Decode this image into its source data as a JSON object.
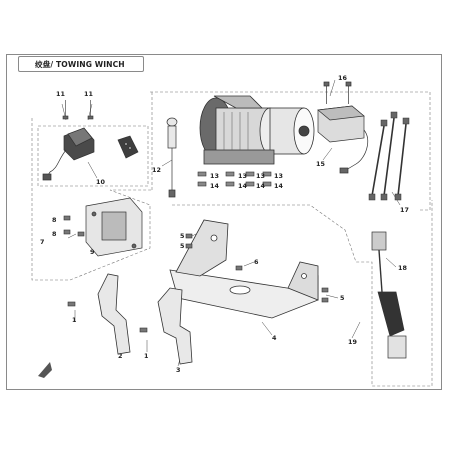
{
  "title": "绞盘/ TOWING WINCH",
  "callouts": [
    "1",
    "2",
    "3",
    "4",
    "5",
    "6",
    "7",
    "8",
    "9",
    "10",
    "11",
    "12",
    "13",
    "14",
    "15",
    "16",
    "17",
    "18",
    "19"
  ],
  "colors": {
    "line": "#3a3a3a",
    "frame": "#8a8a8a",
    "fill_light": "#f2f2f2",
    "fill_dark": "#5a5a5a"
  }
}
